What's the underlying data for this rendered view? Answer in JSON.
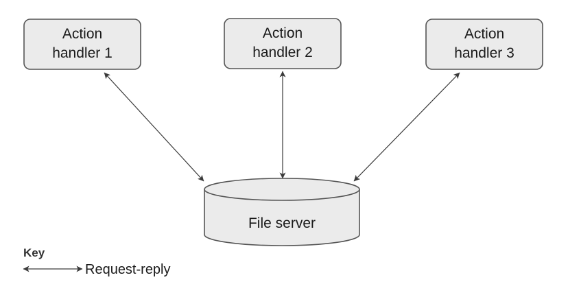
{
  "nodes": {
    "handler_1": {
      "line1": "Action",
      "line2": "handler 1"
    },
    "handler_2": {
      "line1": "Action",
      "line2": "handler 2"
    },
    "handler_3": {
      "line1": "Action",
      "line2": "handler 3"
    },
    "file_server": {
      "label": "File server"
    }
  },
  "edges": [
    {
      "from": "handler_1",
      "to": "file_server",
      "kind": "request-reply"
    },
    {
      "from": "handler_2",
      "to": "file_server",
      "kind": "request-reply"
    },
    {
      "from": "handler_3",
      "to": "file_server",
      "kind": "request-reply"
    }
  ],
  "key": {
    "title": "Key",
    "request_reply_label": "Request-reply"
  },
  "colors": {
    "node_fill": "#ebebeb",
    "node_stroke": "#555555",
    "edge": "#3a3a3a"
  }
}
